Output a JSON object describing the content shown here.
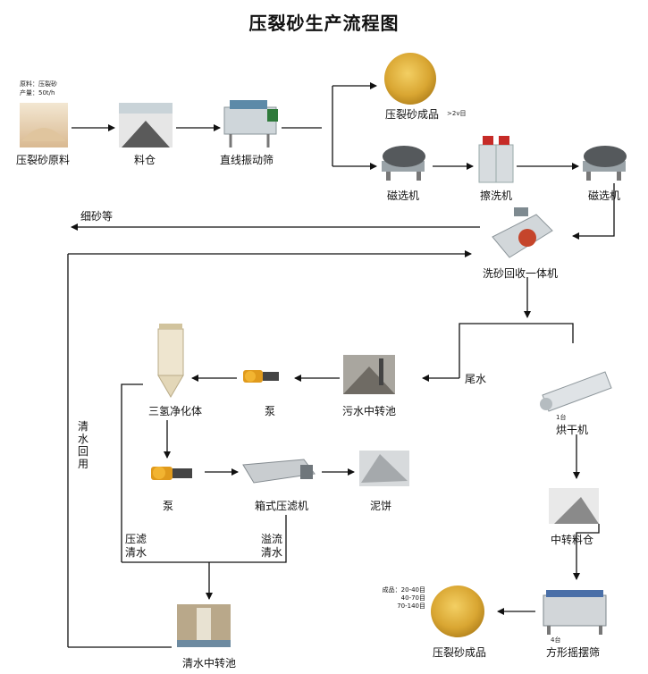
{
  "title": "压裂砂生产流程图",
  "raw_material_info": {
    "line1": "原料：压裂砂",
    "line2": "产量：50t/h"
  },
  "nodes": {
    "raw_material": "压裂砂原料",
    "bin": "料仓",
    "linear_screen": "直线振动筛",
    "product_top": "压裂砂成品",
    "product_top_spec": ">2v目",
    "magnetic_1": "磁选机",
    "scrubber": "擦洗机",
    "magnetic_2": "磁选机",
    "sand_recycler": "洗砂回收一体机",
    "tail_water": "尾水",
    "sewage_tank": "污水中转池",
    "pump_1": "泵",
    "purifier": "三氢净化体",
    "pump_2": "泵",
    "filter_press": "箱式压滤机",
    "mud_cake": "泥饼",
    "dryer_count": "1台",
    "dryer": "烘干机",
    "transfer_bin": "中转料仓",
    "square_screen_count": "4台",
    "square_screen": "方形摇摆筛",
    "product_bottom": "压裂砂成品",
    "clear_water_tank": "清水中转池"
  },
  "product_specs": {
    "label": "成品：20-40目",
    "line2": "40-70目",
    "line3": "70-140目"
  },
  "edge_labels": {
    "fine_sand": "细砂等",
    "water_return": [
      "清",
      "水",
      "回",
      "用"
    ],
    "press_water": [
      "压滤",
      "清水"
    ],
    "overflow_water": [
      "溢流",
      "清水"
    ]
  }
}
